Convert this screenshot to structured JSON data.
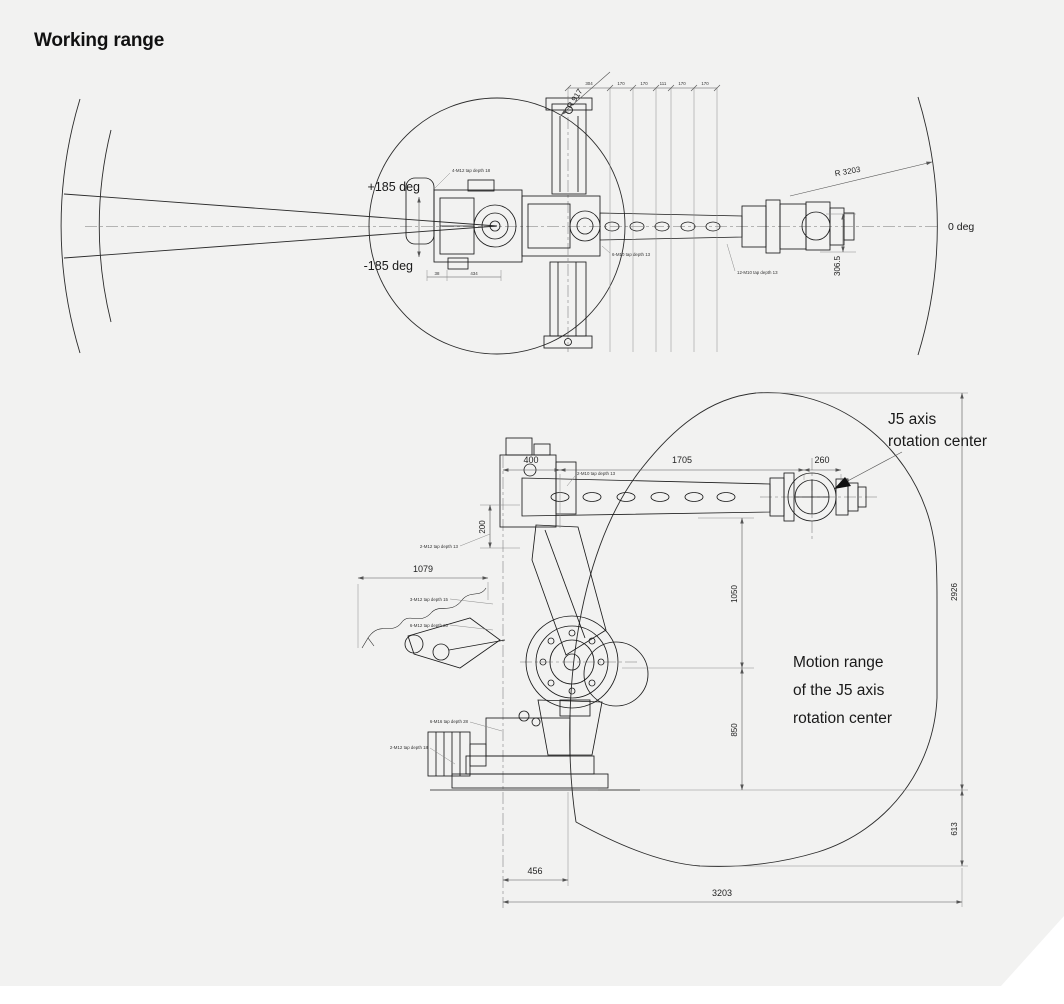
{
  "page": {
    "title": "Working range"
  },
  "colors": {
    "background": "#f2f2f1",
    "line": "#1c1c1c",
    "dim_line": "#555555",
    "text": "#1a1a1a"
  },
  "top_view": {
    "angle_plus": "+185 deg",
    "angle_minus": "-185 deg",
    "angle_zero": "0 deg",
    "radius_inner": "R 917",
    "radius_outer": "R 3203",
    "offset_dim": "306.5",
    "chain_dims": [
      "304",
      "170",
      "170",
      "111",
      "170",
      "170"
    ],
    "small_dims": [
      "38",
      "434"
    ],
    "annotations": [
      "4-M12 tap depth 18",
      "6-M10 tap depth 13",
      "12-M10 tap depth 13"
    ]
  },
  "side_view": {
    "j5_label": [
      "J5 axis",
      "rotation center"
    ],
    "motion_label": [
      "Motion range",
      "of the J5 axis",
      "rotation center"
    ],
    "dims": {
      "d400": "400",
      "d1705": "1705",
      "d260": "260",
      "d200": "200",
      "d1079": "1079",
      "d1050": "1050",
      "d850": "850",
      "d2926": "2926",
      "d613": "613",
      "d456": "456",
      "d3203": "3203"
    },
    "annotations": [
      "2-M10 tap depth 13",
      "2-M12 tap depth 13",
      "3-M12 tap depth 15",
      "6-M12 tap depth 20",
      "6-M16 tap depth 28",
      "2-M12 tap depth 18"
    ]
  }
}
